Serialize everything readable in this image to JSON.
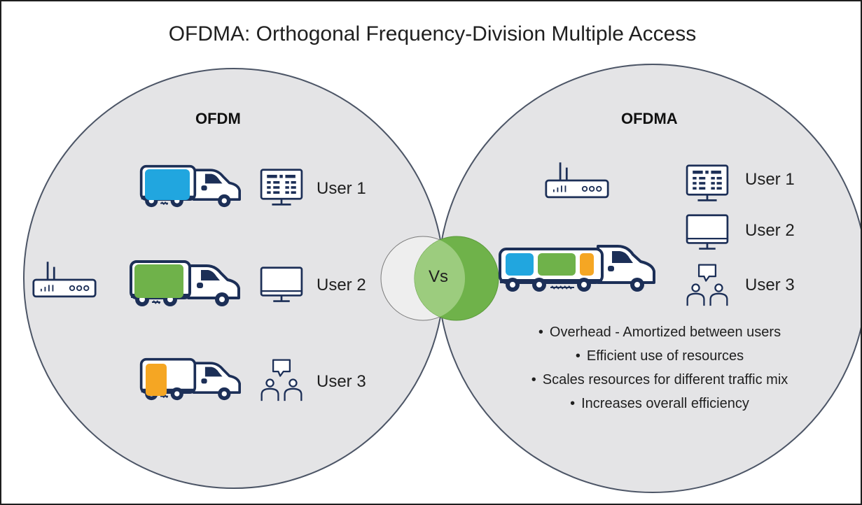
{
  "title": "OFDMA: Orthogonal Frequency-Division Multiple Access",
  "comparison_label": "Vs",
  "ofdm": {
    "heading": "OFDM",
    "users": [
      "User 1",
      "User 2",
      "User 3"
    ]
  },
  "ofdma": {
    "heading": "OFDMA",
    "users": [
      "User 1",
      "User 2",
      "User 3"
    ],
    "bullets": [
      "Overhead - Amortized between users",
      "Efficient use of resources",
      "Scales resources for different traffic mix",
      "Increases overall efficiency"
    ]
  },
  "colors": {
    "circle_fill": "#e4e4e6",
    "circle_stroke": "#4c5566",
    "vs_fill": "#6fb24a",
    "cargo_blue": "#21a6df",
    "cargo_green": "#6fb24a",
    "cargo_orange": "#f5a623",
    "outline": "#1c2f57"
  },
  "icons": [
    "truck-icon",
    "bus-icon",
    "router-icon",
    "dashboard-monitor-icon",
    "monitor-icon",
    "chat-users-icon"
  ]
}
